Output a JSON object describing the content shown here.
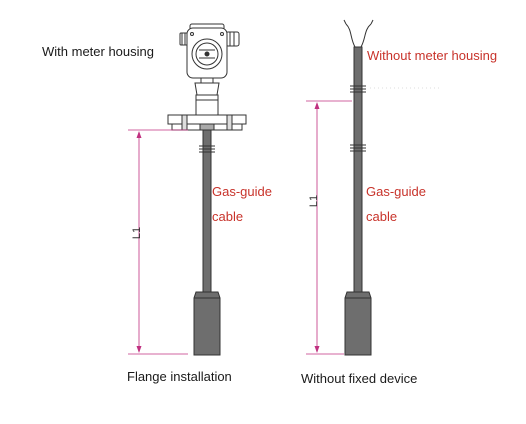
{
  "left_device": {
    "housing_label": "With meter housing",
    "cable_label_line1": "Gas-guide",
    "cable_label_line2": "cable",
    "dimension_label": "L1",
    "caption": "Flange installation"
  },
  "right_device": {
    "housing_label": "Without meter housing",
    "cable_label_line1": "Gas-guide",
    "cable_label_line2": "cable",
    "dimension_label": "L1",
    "caption": "Without fixed device"
  },
  "colors": {
    "label_black": "#1a1a1a",
    "label_red": "#c8332b",
    "dimension_line": "#c03080",
    "probe_fill": "#6e6e6e",
    "outline": "#333333"
  },
  "icons": [
    "meter-housing-icon",
    "flange-icon",
    "probe-icon",
    "dimension-line-icon"
  ]
}
